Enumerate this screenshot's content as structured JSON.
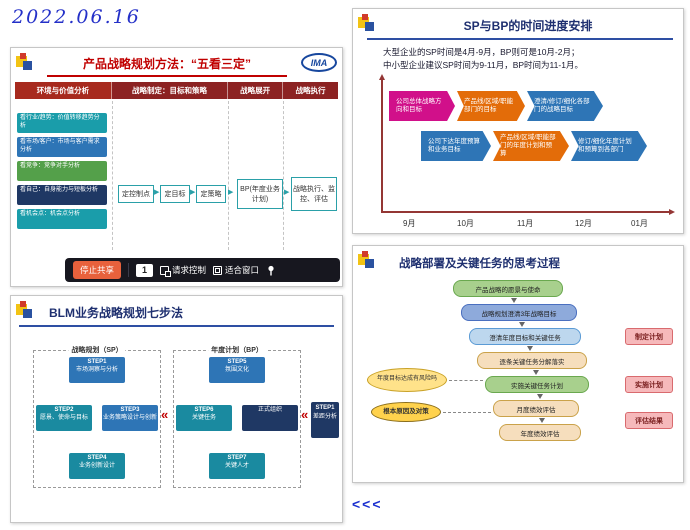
{
  "page": {
    "date_note": "2022.06.16",
    "back_link": "<<<"
  },
  "colors": {
    "accent_red": "#c00000",
    "navy_title": "#1f3070",
    "maroon_band": "#8c2222",
    "teal": "#1a9daa",
    "blue": "#2e75b6",
    "green": "#54a04a",
    "navy_box": "#1f3864",
    "magenta": "#d1108a",
    "orange": "#e36c09",
    "stop_share_button": "#e8613c",
    "tan_box": "#f6debd",
    "yellow_oval": "#ffe28a",
    "pink_label": "#f6b9bb"
  },
  "glyphs": {
    "arrow_right": "▶",
    "double_left": "«"
  },
  "slide1": {
    "title": "产品战略规划方法：“五看三定”",
    "logo_text": "IMA",
    "columns": [
      "环境与价值分析",
      "战略制定：目标和策略",
      "战略展开",
      "战略执行"
    ],
    "five_looks": [
      "看行业/趋势：价值转移趋势分析",
      "看市场/客户：市场与客户需求分析",
      "看竞争：竞争对手分析",
      "看自己：自身能力与短板分析",
      "看机会点：机会点分析"
    ],
    "three_sets": [
      "定控制点",
      "定目标",
      "定策略"
    ],
    "bp_box": "BP(年度业务计划)",
    "exec_box": "战略执行、监控、评估",
    "toolbar": {
      "stop_share": "停止共享",
      "participant_count": "1",
      "request_control": "请求控制",
      "fit_window": "适合窗口"
    }
  },
  "slide2": {
    "title": "SP与BP的时间进度安排",
    "body_line1": "大型企业的SP时间是4月-9月，BP则可是10月-2月；",
    "body_line2": "中小型企业建议SP时间为9-11月，BP时间为11-1月。",
    "row1": [
      "公司总体战略方向和目标",
      "产品线/区域/职能部门的目标",
      "澄清/修订/细化各部门的战略目标"
    ],
    "row2": [
      "公司下达年度预算和业务目标",
      "产品线/区域/职能部门的年度计划和预算",
      "修订/细化年度计划和预算到各部门"
    ],
    "months": [
      "9月",
      "10月",
      "11月",
      "12月",
      "01月"
    ]
  },
  "slide3": {
    "title": "BLM业务战略规划七步法",
    "sp_group": {
      "label": "战略规划（SP）",
      "top": {
        "step": "STEP1",
        "label": "市场洞察与分析"
      },
      "left": {
        "step": "STEP2",
        "label": "愿景、使命与目标"
      },
      "right": {
        "step": "STEP3",
        "label": "业务策略设计与创新"
      },
      "bottom": {
        "step": "STEP4",
        "label": "业务创新设计"
      }
    },
    "bp_group": {
      "label": "年度计划（BP）",
      "top": {
        "step": "STEP5",
        "label": "氛围文化"
      },
      "left": {
        "step": "STEP6",
        "label": "关键任务"
      },
      "right": {
        "step": "",
        "label": "正式组织"
      },
      "bottom": {
        "step": "STEP7",
        "label": "关键人才"
      }
    },
    "gap_box": {
      "step": "STEP1",
      "label": "差距分析"
    }
  },
  "slide4": {
    "title": "战略部署及关键任务的思考过程",
    "flow": [
      "产品战略的愿景与使命",
      "战略规划澄清3年战略目标",
      "澄清年度目标和关键任务",
      "逐条关键任务分解落实",
      "实施关键任务计划",
      "月度绩效评估",
      "年度绩效评估"
    ],
    "side_labels": [
      "制定计划",
      "实施计划",
      "评估结果"
    ],
    "ovals": [
      "年度目标达成有风险吗",
      "根本原因及对策"
    ]
  }
}
